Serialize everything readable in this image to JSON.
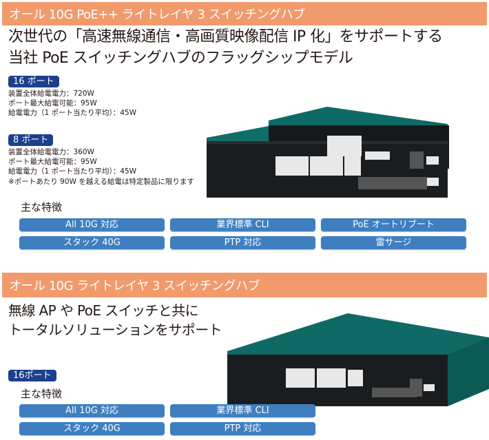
{
  "section1": {
    "title": "オール 10G PoE++ ライトレイヤ 3 スイッチングハブ",
    "headline": [
      "次世代の「高速無線通信・高画質映像配信 IP 化」をサポートする",
      "当社 PoE スイッチングハブのフラッグシップモデル"
    ],
    "models": [
      {
        "badge": "16 ポート",
        "specs": [
          "装置全体給電電力：720W",
          "ポート最大給電可能：95W",
          "給電電力（1 ポート当たり平均）：45W"
        ]
      },
      {
        "badge": "8 ポート",
        "specs": [
          "装置全体給電電力：360W",
          "ポート最大給電可能：95W",
          "給電電力（1 ポート当たり平均）：45W"
        ]
      }
    ],
    "note": "※ポートあたり 90W を越える給電は特定製品に限ります",
    "features_title": "主な特徴",
    "features": [
      "All 10G 対応",
      "業界標準 CLI",
      "PoE オートリブート",
      "スタック 40G",
      "PTP 対応",
      "雷サージ"
    ]
  },
  "section2": {
    "title": "オール 10G ライトレイヤ 3 スイッチングハブ",
    "headline": [
      "無線 AP や PoE スイッチと共に",
      "トータルソリューションをサポート"
    ],
    "badge": "16ポート",
    "features_title": "主な特徴",
    "features": [
      "All 10G 対応",
      "業界標準 CLI",
      "スタック 40G",
      "PTP 対応"
    ]
  },
  "colors": {
    "header": "#f19a6c",
    "badge": "#1d3f8c",
    "feature": "#3f7fc0",
    "chassis": "#0f6a66"
  }
}
